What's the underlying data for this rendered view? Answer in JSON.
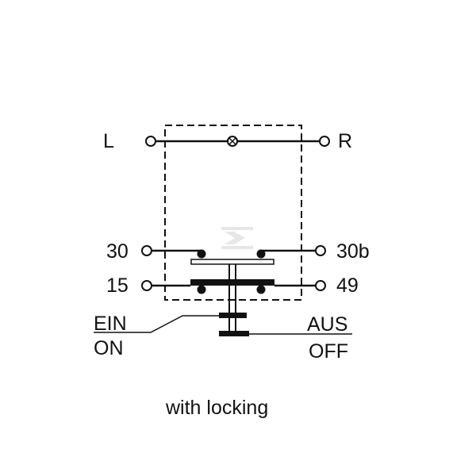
{
  "diagram": {
    "terminals": {
      "left": "L",
      "right": "R",
      "t30": "30",
      "t30b": "30b",
      "t15": "15",
      "t49": "49"
    },
    "positions": {
      "on_de": "EIN",
      "on_en": "ON",
      "off_de": "AUS",
      "off_en": "OFF"
    },
    "caption": "with locking",
    "colors": {
      "ink": "#111111",
      "watermark": "#d8d8d8"
    }
  }
}
